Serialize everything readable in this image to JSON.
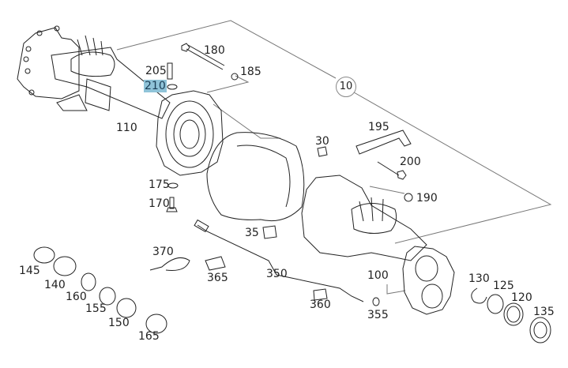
{
  "diagram": {
    "title": "Rear axle housing exploded parts diagram",
    "assembly_callout": "10",
    "highlight_color": "#8fc3d8",
    "highlighted_part": "210",
    "parts": [
      {
        "id": "p180",
        "label": "180",
        "depicts": "long bolt"
      },
      {
        "id": "p185",
        "label": "185",
        "depicts": "nut"
      },
      {
        "id": "p205",
        "label": "205",
        "depicts": "breather valve"
      },
      {
        "id": "p210",
        "label": "210",
        "depicts": "sealing washer",
        "highlighted": true
      },
      {
        "id": "p110",
        "label": "110",
        "depicts": "left axle housing half"
      },
      {
        "id": "p30",
        "label": "30",
        "depicts": "plug"
      },
      {
        "id": "p195",
        "label": "195",
        "depicts": "bracket"
      },
      {
        "id": "p200",
        "label": "200",
        "depicts": "bolt"
      },
      {
        "id": "p190",
        "label": "190",
        "depicts": "nut"
      },
      {
        "id": "p175",
        "label": "175",
        "depicts": "washer"
      },
      {
        "id": "p170",
        "label": "170",
        "depicts": "screw"
      },
      {
        "id": "p35",
        "label": "35",
        "depicts": "plug"
      },
      {
        "id": "p370",
        "label": "370",
        "depicts": "cable tie"
      },
      {
        "id": "p365",
        "label": "365",
        "depicts": "clip"
      },
      {
        "id": "p350",
        "label": "350",
        "depicts": "sensor cable"
      },
      {
        "id": "p100",
        "label": "100",
        "depicts": "right axle housing half"
      },
      {
        "id": "p145",
        "label": "145",
        "depicts": "ring"
      },
      {
        "id": "p140",
        "label": "140",
        "depicts": "sleeve"
      },
      {
        "id": "p160",
        "label": "160",
        "depicts": "ring"
      },
      {
        "id": "p155",
        "label": "155",
        "depicts": "seal"
      },
      {
        "id": "p150",
        "label": "150",
        "depicts": "nut"
      },
      {
        "id": "p165",
        "label": "165",
        "depicts": "sleeve"
      },
      {
        "id": "p360",
        "label": "360",
        "depicts": "screw"
      },
      {
        "id": "p355",
        "label": "355",
        "depicts": "o-ring"
      },
      {
        "id": "p130",
        "label": "130",
        "depicts": "circlip"
      },
      {
        "id": "p125",
        "label": "125",
        "depicts": "bearing"
      },
      {
        "id": "p120",
        "label": "120",
        "depicts": "ring"
      },
      {
        "id": "p135",
        "label": "135",
        "depicts": "shaft seal"
      }
    ]
  }
}
